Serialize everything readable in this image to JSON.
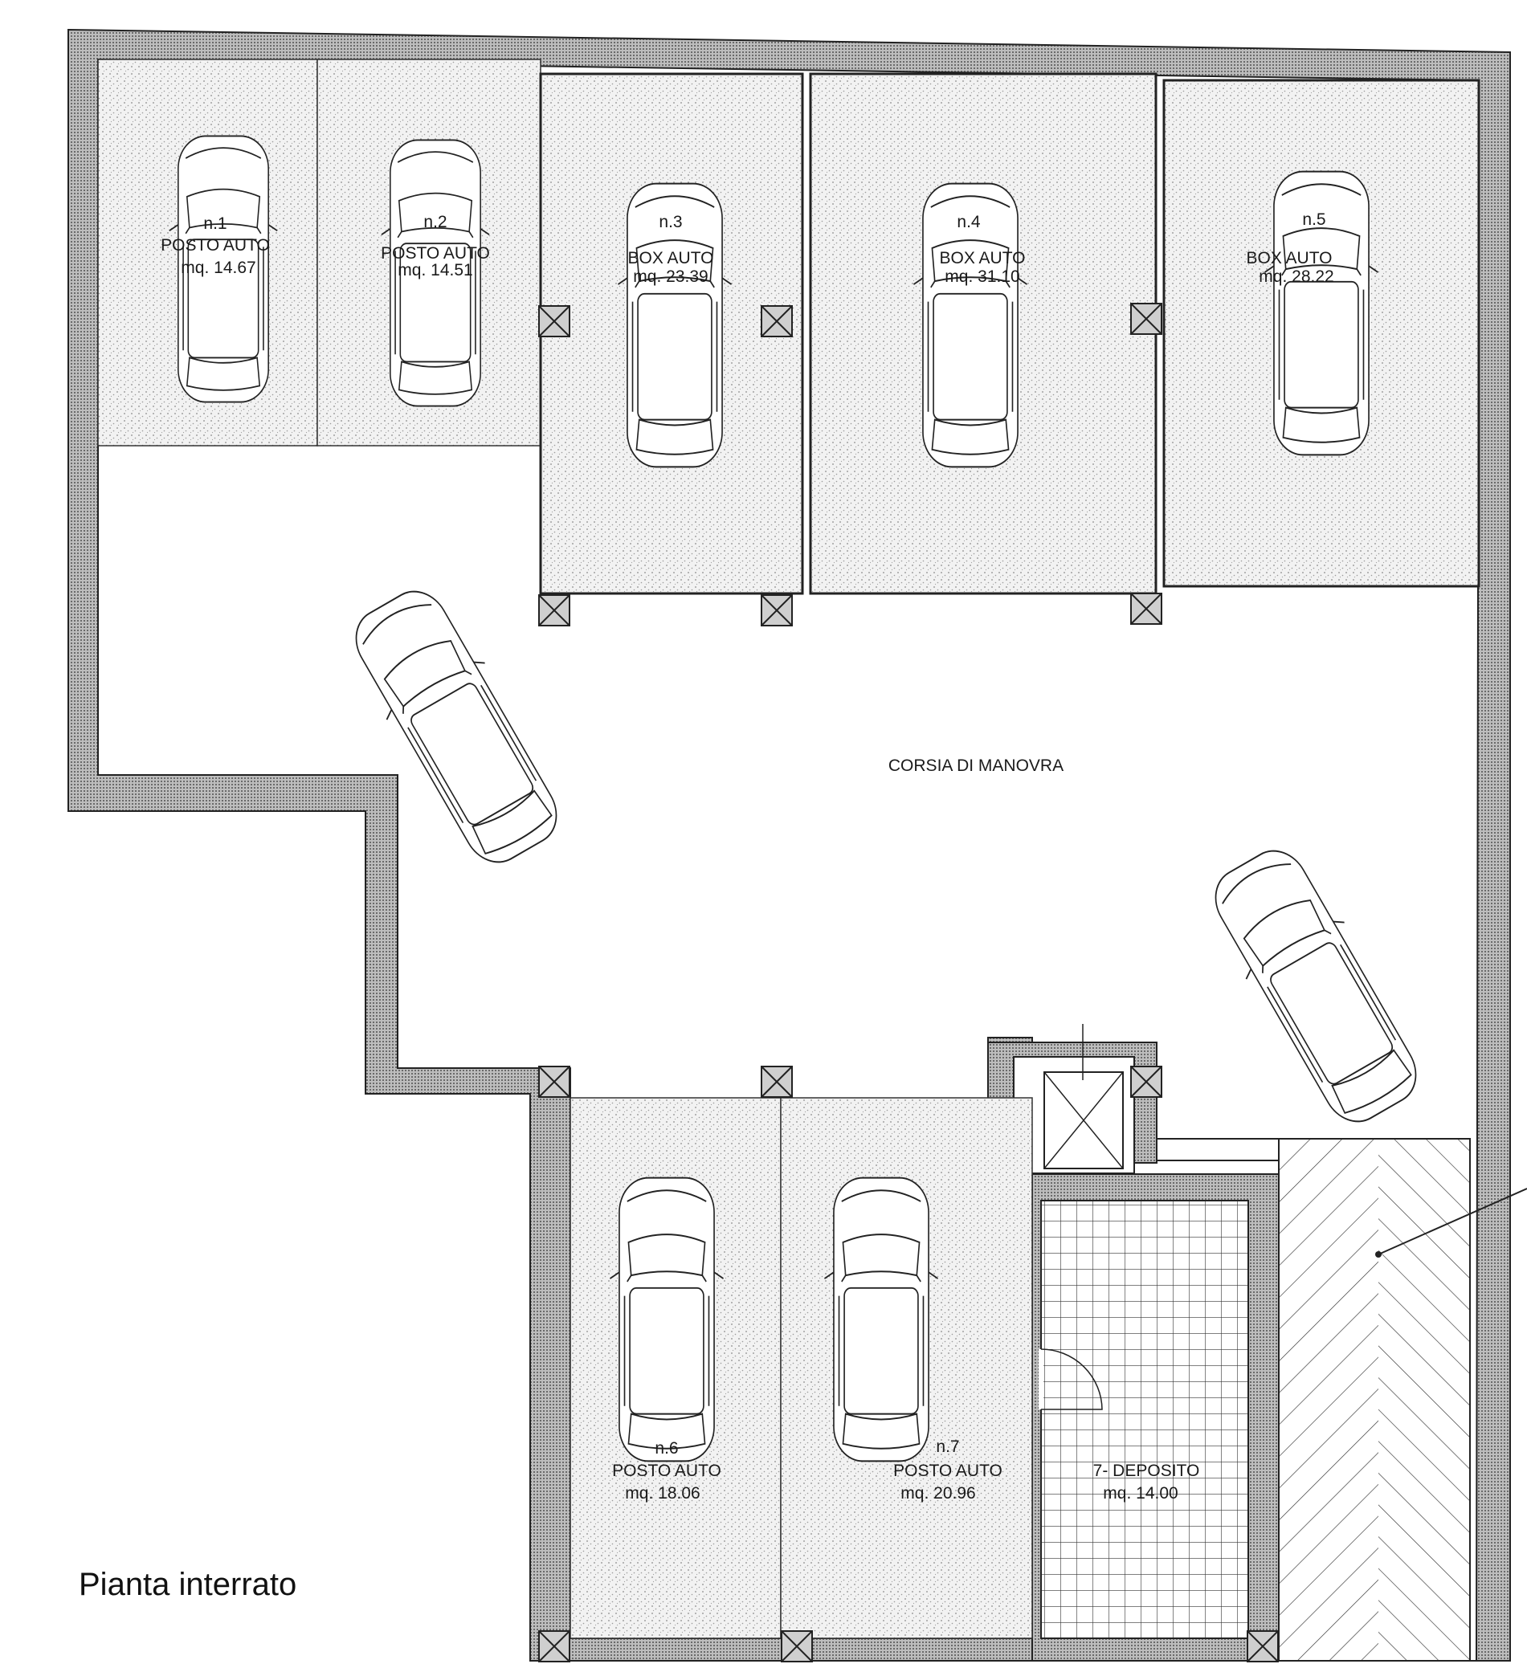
{
  "title": "Pianta interrato",
  "aisle_label": "CORSIA DI MANOVRA",
  "spaces": [
    {
      "number": "n.1",
      "kind": "POSTO AUTO",
      "area": "mq. 14.67"
    },
    {
      "number": "n.2",
      "kind": "POSTO AUTO",
      "area": "mq. 14.51"
    },
    {
      "number": "n.3",
      "kind": "BOX AUTO",
      "area": "mq. 23.39"
    },
    {
      "number": "n.4",
      "kind": "BOX AUTO",
      "area": "mq. 31.10"
    },
    {
      "number": "n.5",
      "kind": "BOX AUTO",
      "area": "mq. 28.22"
    },
    {
      "number": "n.6",
      "kind": "POSTO AUTO",
      "area": "mq. 18.06"
    },
    {
      "number": "n.7",
      "kind": "POSTO AUTO",
      "area": "mq. 20.96"
    }
  ],
  "storage": {
    "label": "7- DEPOSITO",
    "area": "mq. 14.00"
  },
  "colors": {
    "line": "#222222",
    "wall": "#9a9a9a",
    "floor": "#d8d8d8"
  }
}
